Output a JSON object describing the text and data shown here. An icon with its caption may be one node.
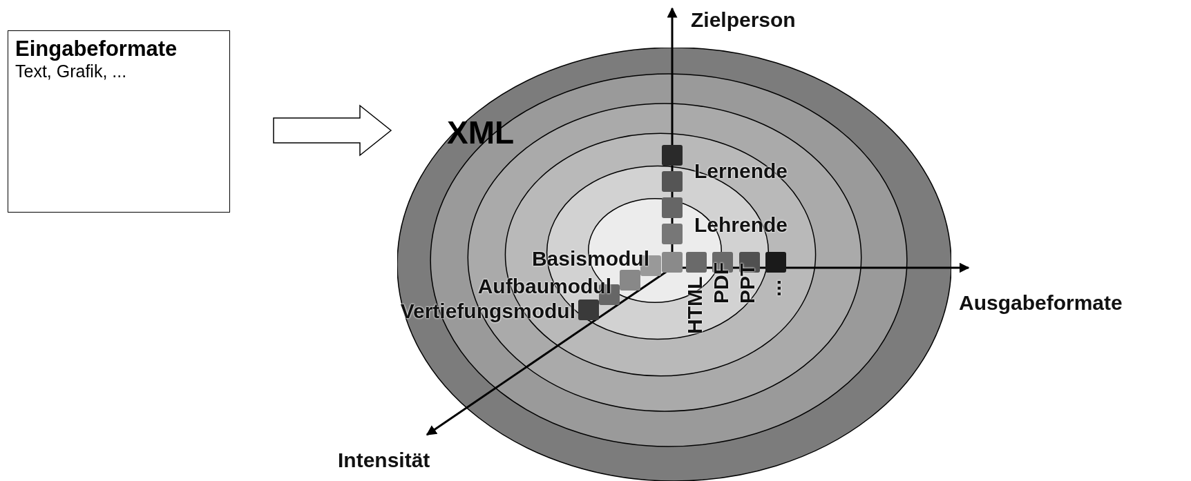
{
  "diagram": {
    "nodes": [
      {
        "text": [
          "Eingabeformate",
          "Text, Grafik, ..."
        ]
      },
      {
        "text": [
          "XML"
        ]
      }
    ],
    "edges": [
      {
        "from": 0,
        "to": 1,
        "arrow": "to",
        "style": "thick"
      }
    ],
    "labels": [
      "Zielperson",
      "Lernende",
      "Lehrende",
      "Basismodul",
      "Aufbaumodul",
      "Vertiefungsmodul",
      "Ausgabeformate",
      "HTML",
      "PDF",
      "PPT",
      "...",
      "Intensität"
    ]
  }
}
